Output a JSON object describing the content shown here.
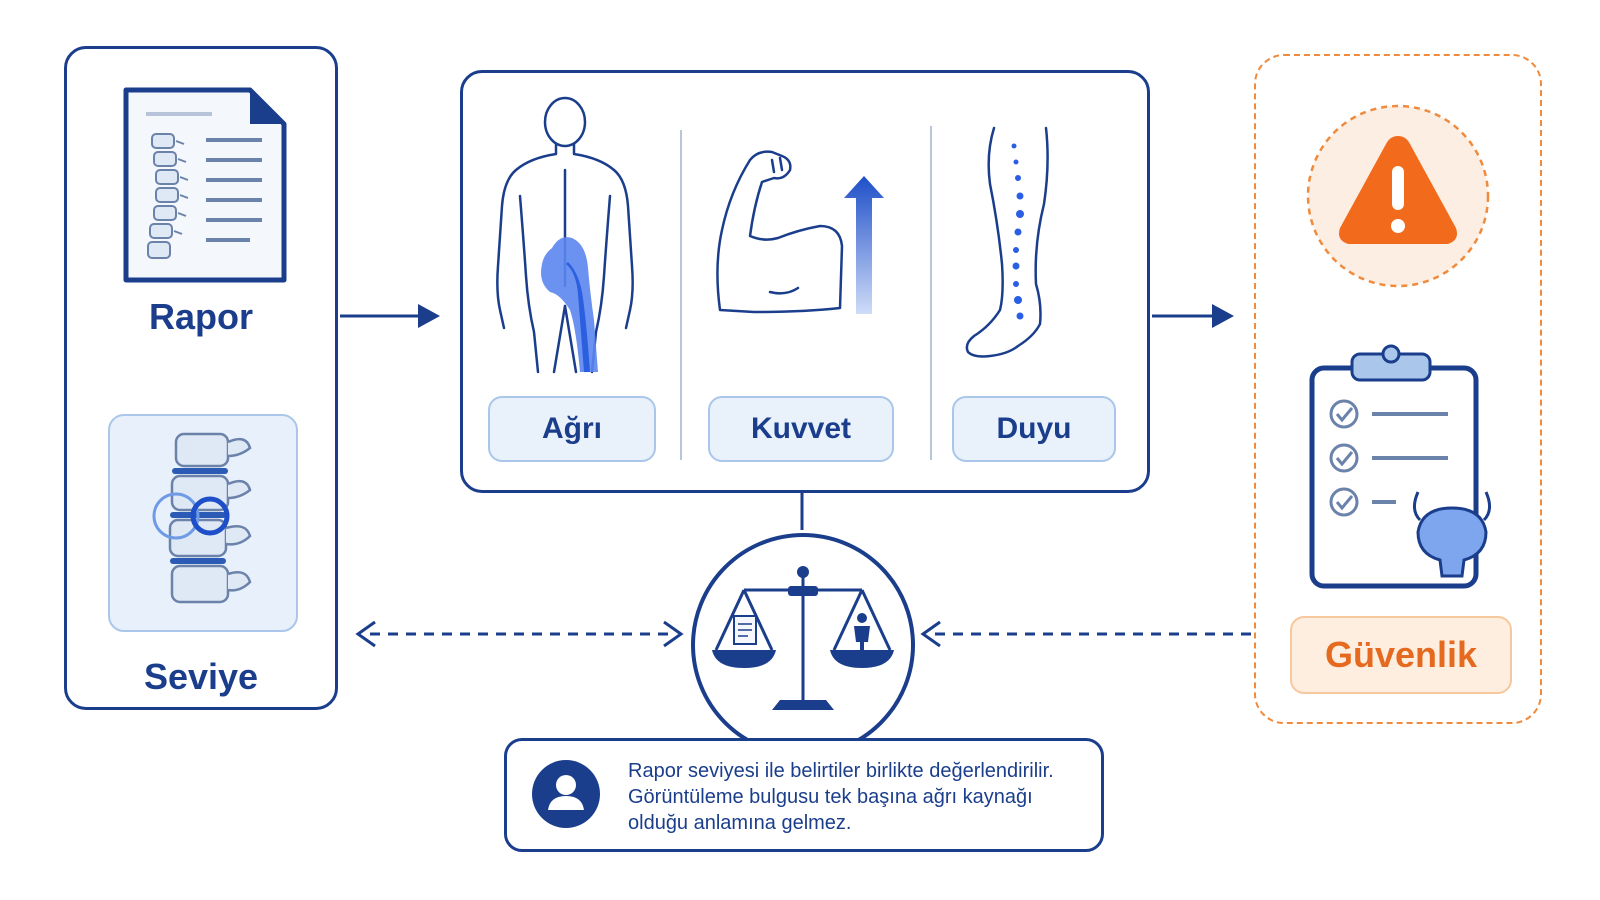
{
  "left_panel": {
    "report_label": "Rapor",
    "level_label": "Seviye"
  },
  "middle_panel": {
    "items": [
      {
        "label": "Ağrı",
        "icon": "body-pain-icon"
      },
      {
        "label": "Kuvvet",
        "icon": "flexed-arm-icon"
      },
      {
        "label": "Duyu",
        "icon": "leg-sensation-icon"
      }
    ]
  },
  "right_panel": {
    "safety_label": "Güvenlik",
    "icons": [
      "warning-icon",
      "checklist-icon",
      "bladder-icon"
    ]
  },
  "center": {
    "icon": "balance-scale-icon"
  },
  "note": {
    "icon": "user-icon",
    "lines": [
      "Rapor seviyesi ile belirtiler birlikte değerlendirilir.",
      "Görüntüleme bulgusu tek başına ağrı kaynağı",
      "olduğu anlamına gelmez."
    ]
  },
  "colors": {
    "navy": "#1b3e8c",
    "blue": "#3b74e8",
    "light_blue": "#e9f1fb",
    "orange": "#f08a3c",
    "warning_orange": "#f26b1d"
  }
}
